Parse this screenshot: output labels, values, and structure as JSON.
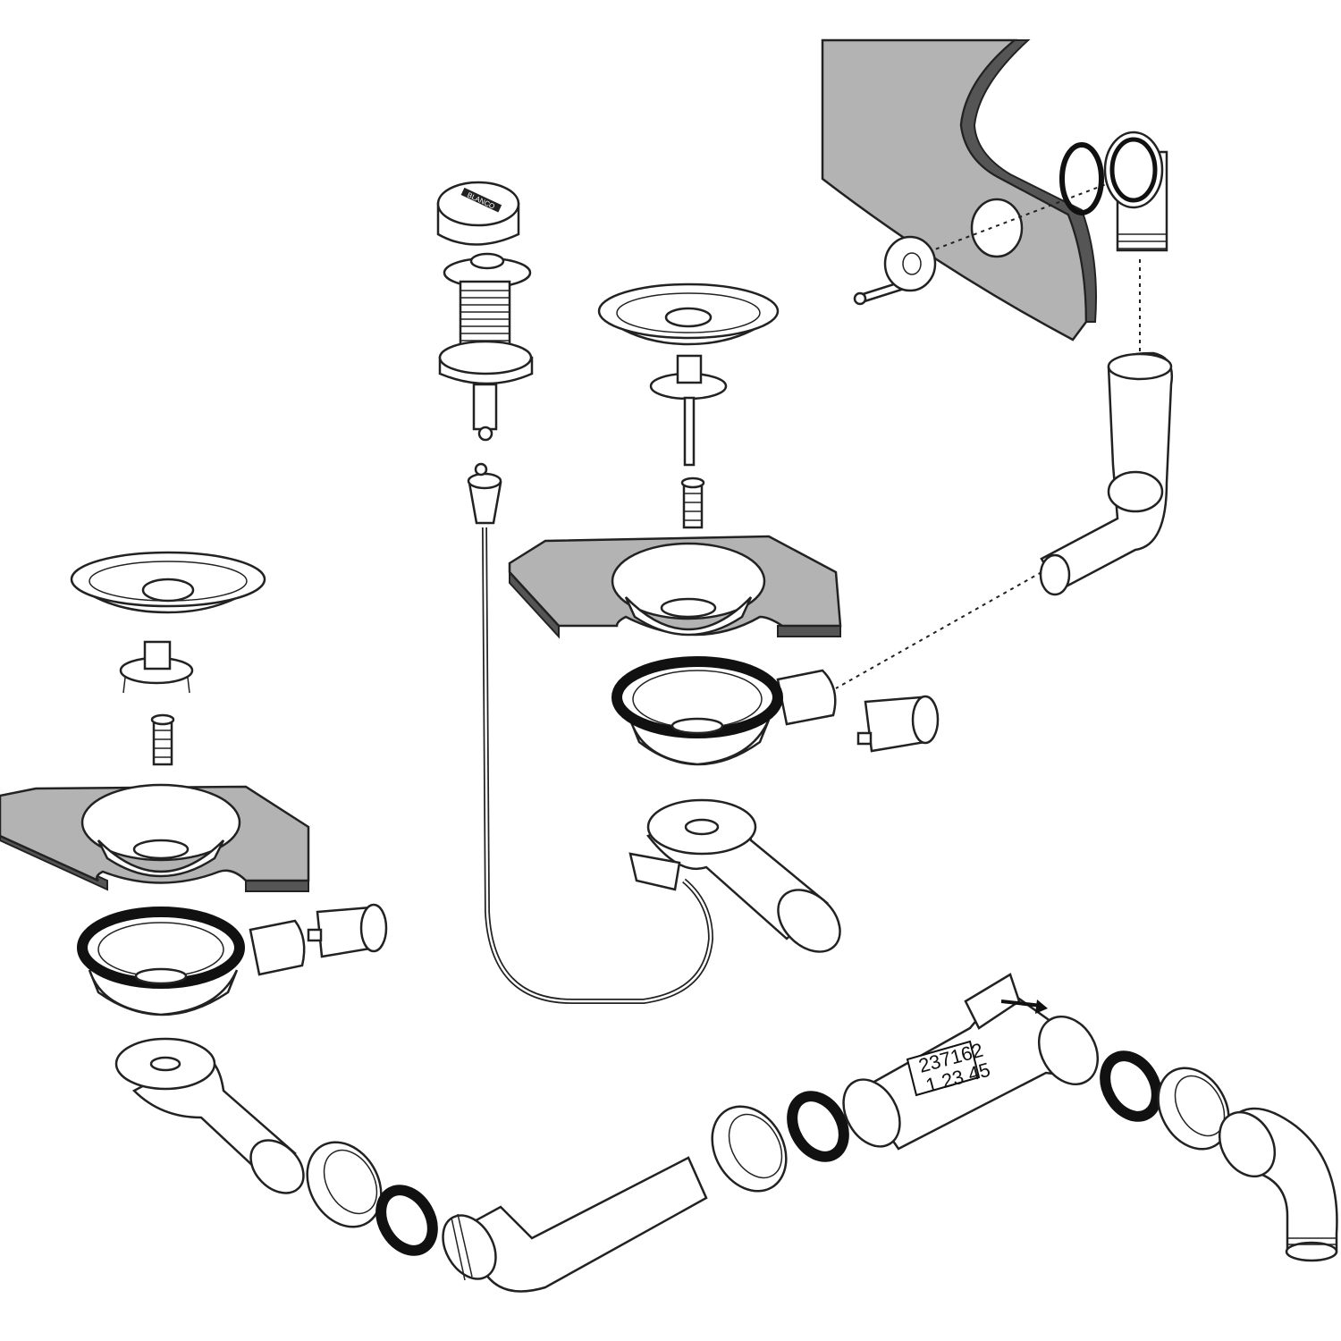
{
  "diagram": {
    "title": "",
    "part_label": {
      "line1": "237162",
      "line2": "1 23 45"
    },
    "knob_logo": "BLANCO",
    "colors": {
      "slab": "#b3b3b3",
      "line": "#222222",
      "gasket": "#111111"
    }
  }
}
